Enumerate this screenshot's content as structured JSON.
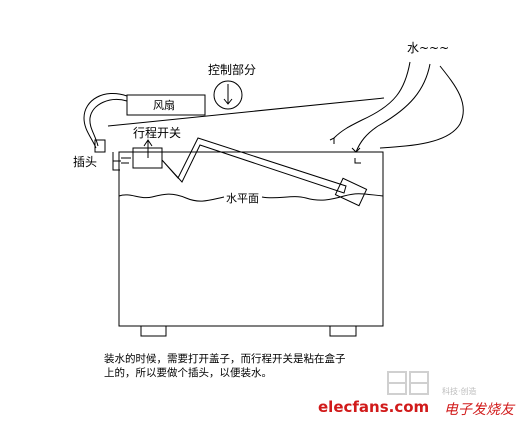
{
  "labels": {
    "control": "控制部分",
    "fan": "风扇",
    "travel_switch": "行程开关",
    "plug": "插头",
    "water_surface": "水平面",
    "water": "水~~~"
  },
  "note": {
    "line1": "装水的时候，需要打开盖子，而行程开关是粘在盒子",
    "line2": "上的，所以要做个插头，以便装水。"
  },
  "watermark": {
    "site": "elecfans.com",
    "brand_cn": "电子发烧友",
    "sub_cn": "科技·创造"
  }
}
